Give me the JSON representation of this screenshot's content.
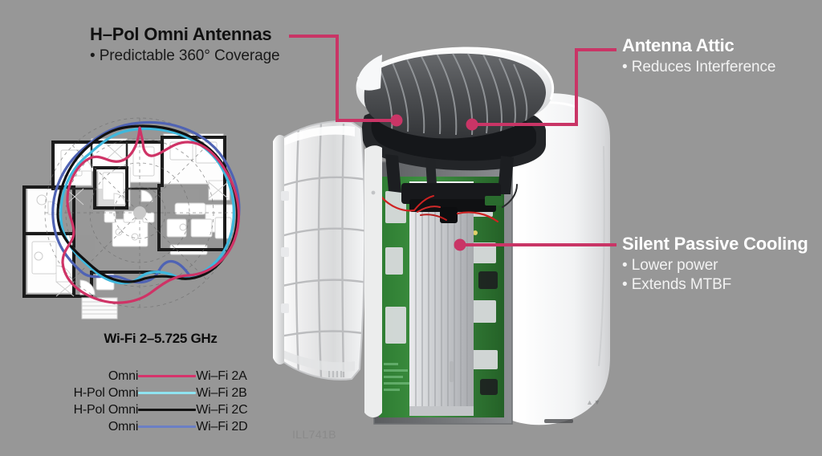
{
  "background_color": "#979797",
  "accent_color": "#C93566",
  "callouts": [
    {
      "id": "h-pol-omni-antennas",
      "title": "H–Pol Omni Antennas",
      "bullets": [
        "• Predictable 360° Coverage"
      ],
      "style": "dark"
    },
    {
      "id": "antenna-attic",
      "title": "Antenna Attic",
      "bullets": [
        "• Reduces Interference"
      ],
      "style": "light"
    },
    {
      "id": "silent-passive-cooling",
      "title": "Silent Passive Cooling",
      "bullets": [
        "• Lower power",
        "• Extends MTBF"
      ],
      "style": "light"
    }
  ],
  "legend": {
    "heading": "Wi-Fi 2–5.725 GHz",
    "rows": [
      {
        "antenna": "Omni",
        "color": "#D6336B",
        "radio": "Wi–Fi 2A"
      },
      {
        "antenna": "H-Pol Omni",
        "color": "#8FE3F0",
        "radio": "Wi–Fi 2B"
      },
      {
        "antenna": "H-Pol Omni",
        "color": "#141414",
        "radio": "Wi–Fi 2C"
      },
      {
        "antenna": "Omni",
        "color": "#6B7FC4",
        "radio": "Wi–Fi 2D"
      }
    ]
  },
  "coverage_plot": {
    "name": "floor-plan-rf-coverage",
    "description": "Residential floor plan with four overlaid RF coverage contours"
  },
  "product": {
    "name": "exploded-wireless-access-point",
    "parts": [
      "front-radome-panel",
      "top-cap-antenna-attic",
      "antenna-carrier",
      "main-pcb",
      "passive-heatsink",
      "rear-shell"
    ]
  },
  "illustration_code": "ILL741B"
}
